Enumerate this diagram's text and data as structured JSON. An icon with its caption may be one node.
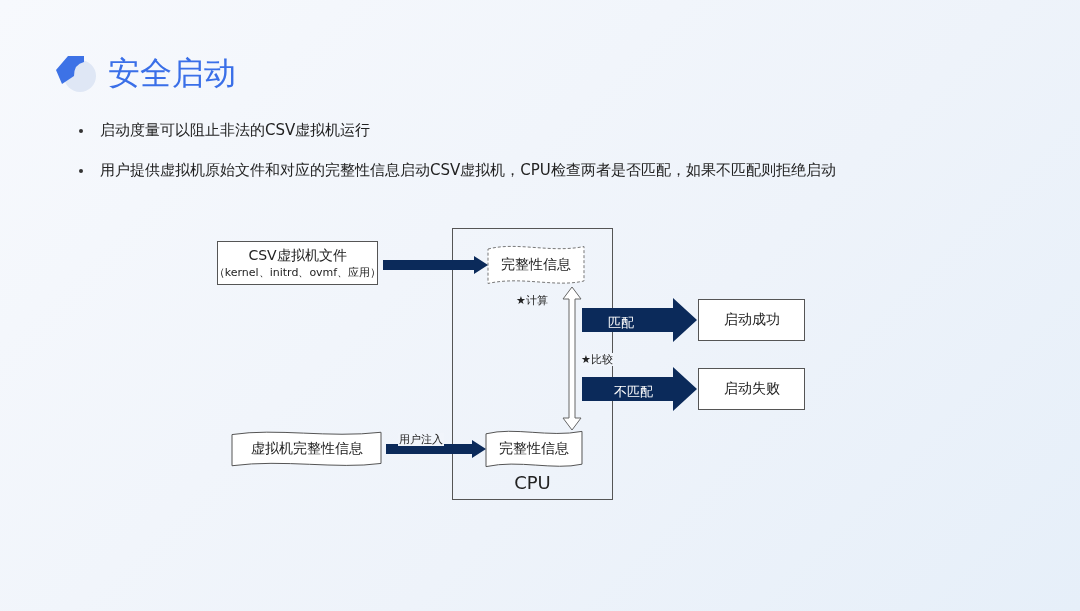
{
  "diagram": {
    "title": "安全启动",
    "nodes": [
      {
        "text": [
          "CPU"
        ]
      },
      {
        "text": [
          "CSV虚拟机文件",
          "（kernel、initrd、ovmf、应用）"
        ]
      },
      {
        "text": [
          "完整性信息"
        ],
        "in": 0
      },
      {
        "text": [
          "启动成功"
        ]
      },
      {
        "text": [
          "启动失败"
        ]
      },
      {
        "text": [
          "虚拟机完整性信息"
        ]
      },
      {
        "text": [
          "完整性信息"
        ],
        "in": 0
      }
    ],
    "edges": [
      {
        "from": 1,
        "to": 2,
        "arrow": "to",
        "style": "thick"
      },
      {
        "from": 5,
        "to": 6,
        "arrow": "to",
        "label": "用户注入",
        "style": "thick"
      },
      {
        "from": 2,
        "to": 6,
        "arrow": "both",
        "label": "★比较"
      },
      {
        "from": null,
        "to": 3,
        "arrow": "to",
        "label": "匹配",
        "style": "thick"
      },
      {
        "from": null,
        "to": 4,
        "arrow": "to",
        "label": "不匹配",
        "style": "thick"
      }
    ],
    "labels": [
      "启动度量可以阻止非法的CSV虚拟机运行",
      "用户提供虚拟机原始文件和对应的完整性信息启动CSV虚拟机，CPU检查两者是否匹配，如果不匹配则拒绝启动",
      "★计算"
    ]
  }
}
